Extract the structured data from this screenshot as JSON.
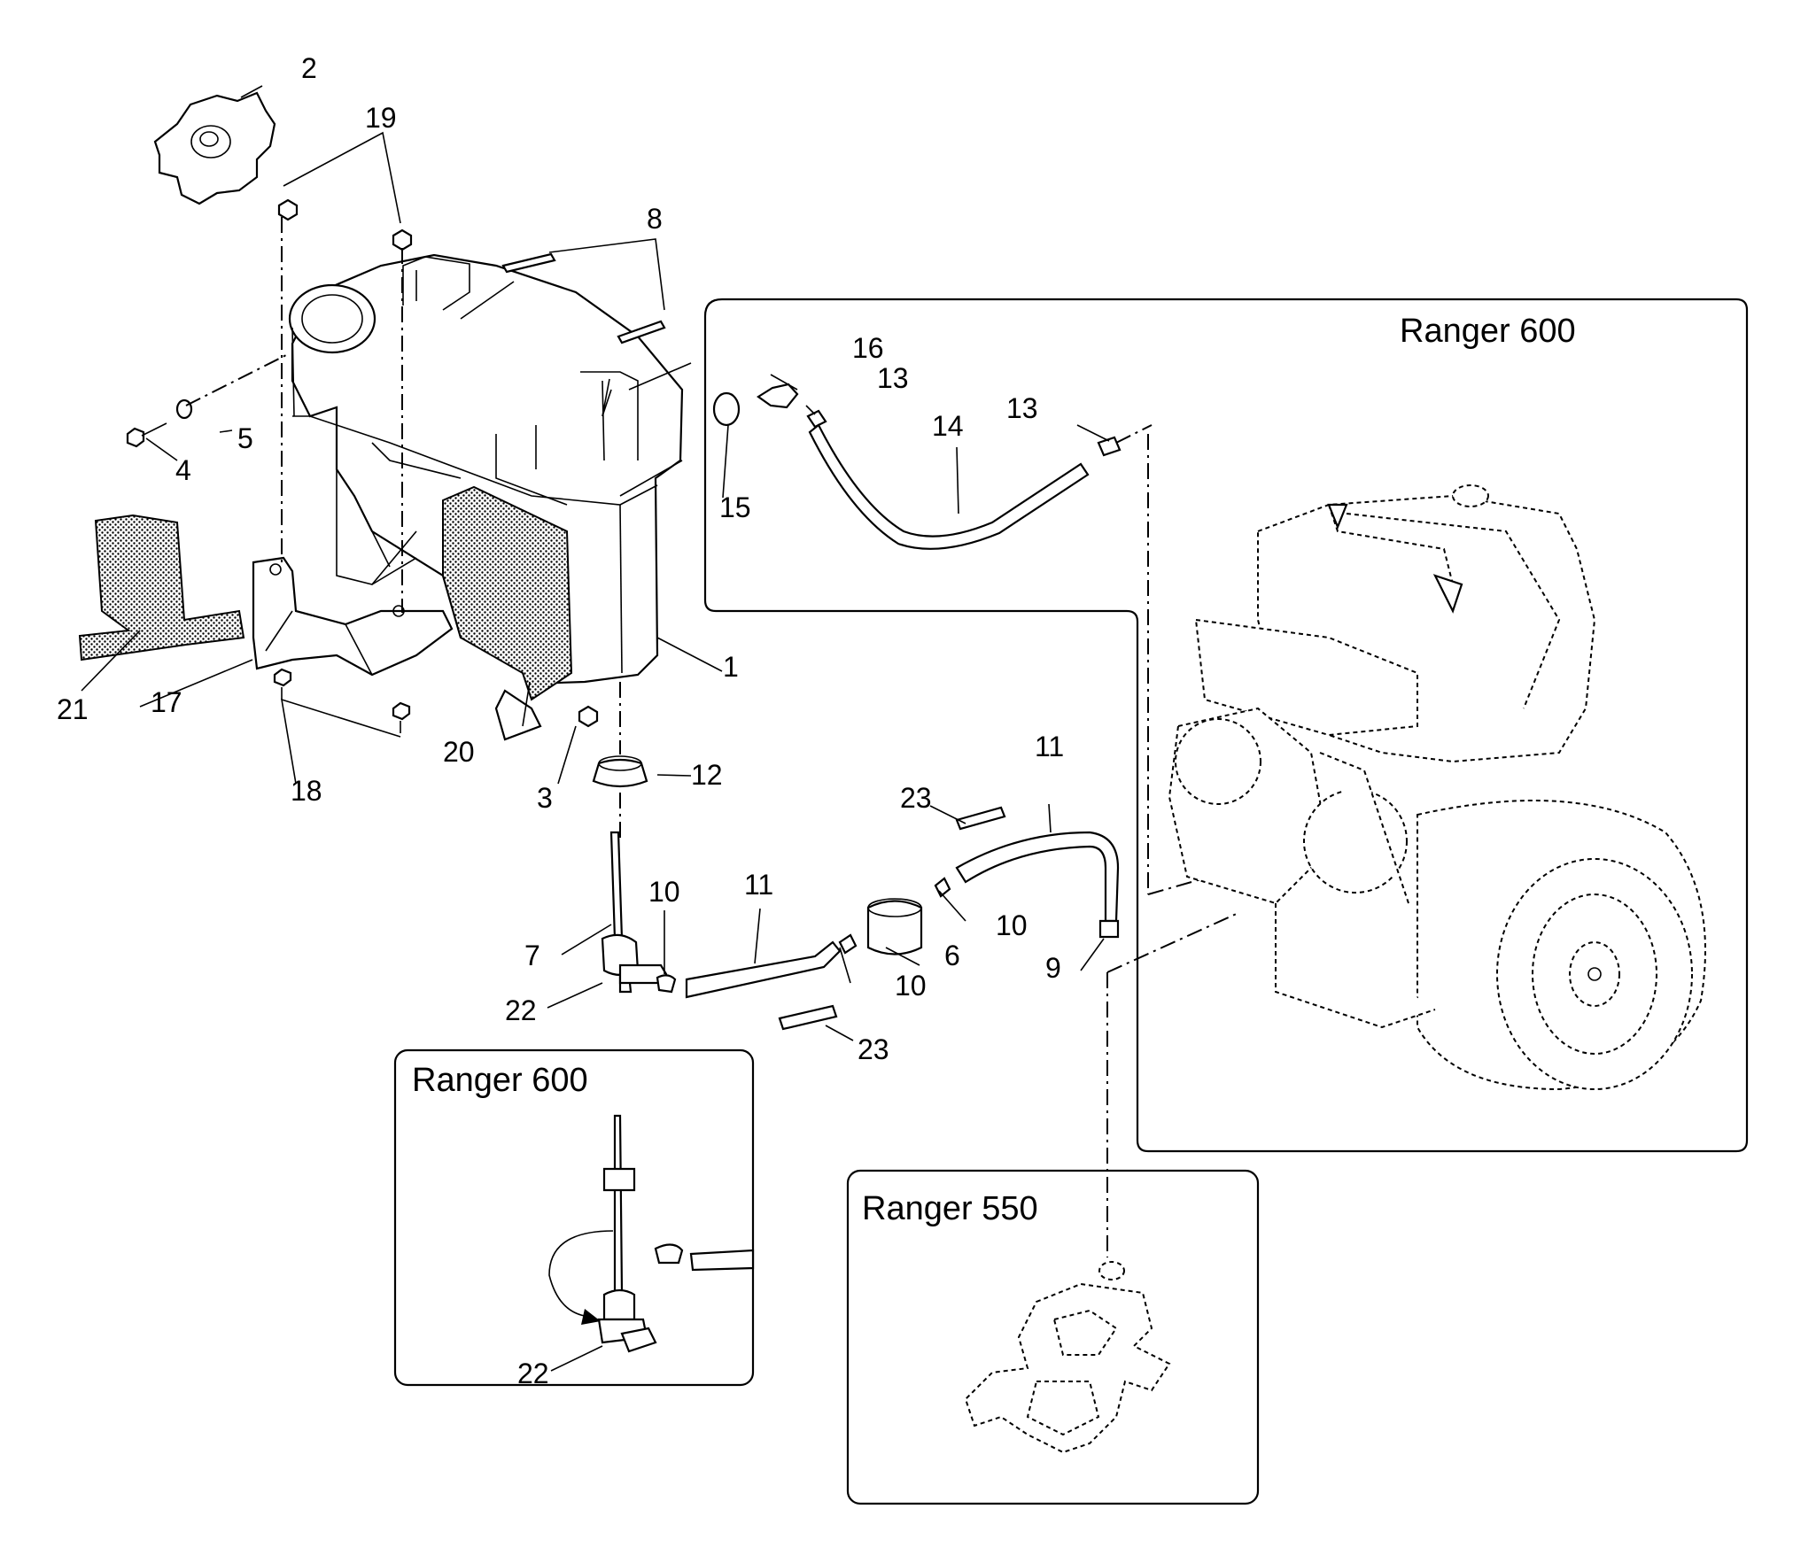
{
  "boxes": {
    "ranger600_top": "Ranger 600",
    "ranger600_bottom": "Ranger 600",
    "ranger550": "Ranger 550"
  },
  "callouts": {
    "n1": "1",
    "n2": "2",
    "n3": "3",
    "n4": "4",
    "n5": "5",
    "n6": "6",
    "n7": "7",
    "n8": "8",
    "n9": "9",
    "n10a": "10",
    "n10b": "10",
    "n10c": "10",
    "n11a": "11",
    "n11b": "11",
    "n12": "12",
    "n13a": "13",
    "n13b": "13",
    "n14": "14",
    "n15": "15",
    "n16": "16",
    "n17": "17",
    "n18": "18",
    "n19": "19",
    "n20": "20",
    "n21": "21",
    "n22a": "22",
    "n22b": "22",
    "n23a": "23",
    "n23b": "23"
  }
}
